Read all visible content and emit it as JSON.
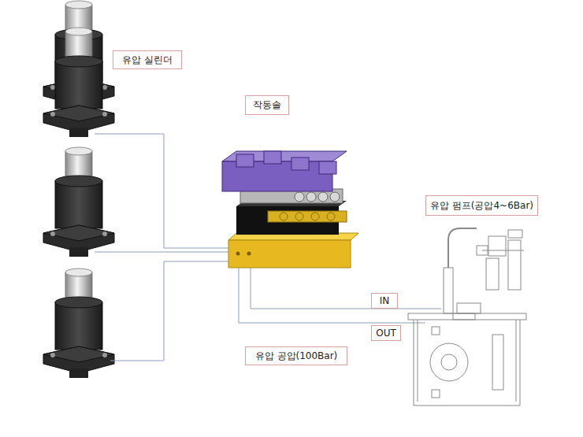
{
  "diagram": {
    "nodes": [
      {
        "text": [
          "유압 실린더"
        ]
      },
      {
        "text": [
          "작동솔"
        ]
      },
      {
        "text": [
          "유압 펌프(공압4~6Bar)"
        ]
      },
      {
        "text": [
          "IN"
        ]
      },
      {
        "text": [
          "OUT"
        ]
      },
      {
        "text": [
          "유압 공압(100Bar)"
        ]
      }
    ],
    "edges": []
  }
}
